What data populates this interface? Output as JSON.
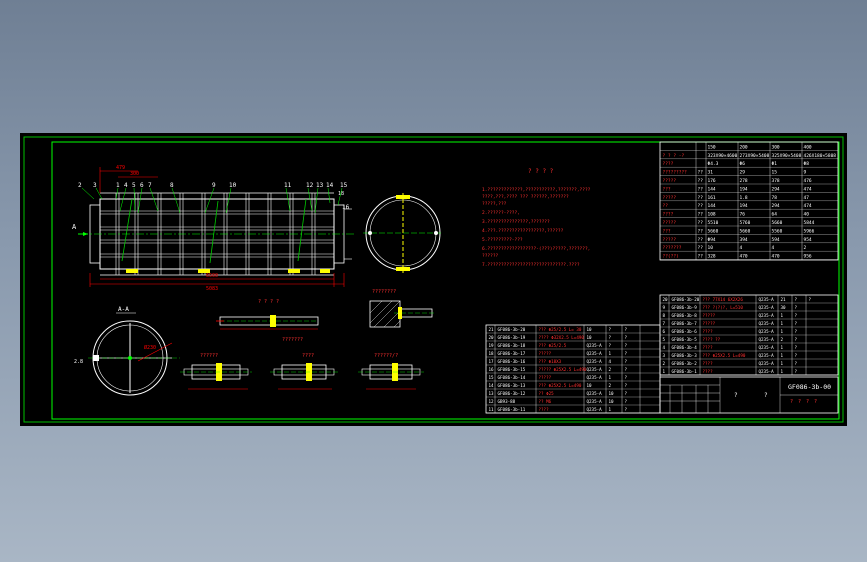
{
  "drawing": {
    "title_block": {
      "drawing_number": "GF086-3b-00"
    },
    "main_view": {
      "section_marker": "A",
      "part_balloons": [
        "2",
        "3",
        "1",
        "4",
        "5",
        "6",
        "7",
        "8",
        "9",
        "10",
        "11",
        "12",
        "13",
        "14",
        "15",
        "16"
      ],
      "dims": {
        "top_a": "479",
        "top_b": "300",
        "bottom_a": "6500",
        "bottom_b": "5083",
        "right": "18"
      }
    },
    "section_view": {
      "label": "A-A",
      "dim": "Ø230",
      "dim_left": "2.8"
    },
    "detail_labels": [
      "? ? ? ?",
      "????????",
      "???????",
      "??????",
      "????",
      "??????/?"
    ],
    "tech_notes": {
      "title": "? ? ? ?",
      "lines": [
        "1.?????????????,???????????,???????,????",
        "  ????,???,???? ??? ??????,???????",
        "  ?????,???",
        "2.??????-????,",
        "3.???????????????,???????",
        "4.???.?????????????????,??????",
        "5.?????????-???",
        "6.??????????????????-(???)?????,???????,",
        "  ??????",
        "7.?????????????????????????????.????"
      ]
    },
    "spec_table": {
      "headers": [
        "",
        "",
        "150",
        "200",
        "300",
        "400"
      ],
      "rows": [
        [
          "? ? ? -?",
          "",
          "323X90×4600",
          "273X90×5408",
          "325X90×5408",
          "426X180×5808"
        ],
        [
          "????",
          "",
          "Φ4.3",
          "Φ6",
          "Φ1",
          "Φ8"
        ],
        [
          "?????????",
          "??",
          "31",
          "29",
          "15",
          "9"
        ],
        [
          "?????",
          "??",
          "176",
          "278",
          "378",
          "476"
        ],
        [
          "???",
          "??",
          "144",
          "194",
          "294",
          "474"
        ],
        [
          "?????",
          "??",
          "161",
          "1.8",
          "78",
          "47"
        ],
        [
          "??",
          "??",
          "144",
          "194",
          "294",
          "474"
        ],
        [
          "????",
          "??",
          "108",
          "76",
          "64",
          "40"
        ],
        [
          "?????",
          "??",
          "5510",
          "5760",
          "5660",
          "5844"
        ],
        [
          "???",
          "??",
          "5660",
          "5660",
          "5560",
          "5966"
        ],
        [
          "?????",
          "??",
          "Φ94",
          "394",
          "594",
          "954"
        ],
        [
          "???????",
          "??",
          "10",
          "4",
          "4",
          "2"
        ],
        [
          "??(??)",
          "??",
          "328",
          "470",
          "470",
          "956"
        ]
      ]
    },
    "bom_right": {
      "rows": [
        [
          "20",
          "GF086-3b-20",
          "??? 77X14 6X2X26",
          "Q235-A",
          "21",
          "?",
          "?"
        ],
        [
          "9",
          "GF086-3b-9",
          "??? ?(?)?, L=510",
          "Q235-A",
          "30",
          "?"
        ],
        [
          "8",
          "GF086-3b-8",
          "?????",
          "Q235-A",
          "1",
          "?"
        ],
        [
          "7",
          "GF086-3b-7",
          "?????",
          "Q235-A",
          "1",
          "?"
        ],
        [
          "6",
          "GF086-3b-6",
          "????",
          "Q235-A",
          "1",
          "?"
        ],
        [
          "5",
          "GF086-3b-5",
          "???? ??",
          "Q235-A",
          "2",
          "?"
        ],
        [
          "4",
          "GF086-3b-4",
          "????",
          "Q235-A",
          "1",
          "?"
        ],
        [
          "3",
          "GF086-3b-3",
          "??? Φ25X2.5 L=490",
          "Q235-A",
          "1",
          "?"
        ],
        [
          "2",
          "GF086-3b-2",
          "????",
          "Q235-A",
          "1",
          "?"
        ],
        [
          "1",
          "GF086-3b-1",
          "????",
          "Q235-A",
          "1",
          "?"
        ]
      ]
    },
    "bom_left": {
      "rows": [
        [
          "21",
          "GF086-3b-20",
          "??? Φ25/2.5 L= 30",
          "10",
          "?",
          "?"
        ],
        [
          "20",
          "GF086-3b-19",
          "???? Φ32X2.5 L=490",
          "10",
          "?",
          "?"
        ],
        [
          "19",
          "GF086-3b-18",
          "??? Φ25/2.5",
          "Q235-A",
          "?",
          "?"
        ],
        [
          "18",
          "GF086-3b-17",
          "?????",
          "Q235-A",
          "1",
          "?"
        ],
        [
          "17",
          "GF086-3b-16",
          "??? Φ18X3",
          "Q235-A",
          "4",
          "?"
        ],
        [
          "16",
          "GF086-3b-15",
          "????? Φ25X2.5 L=490",
          "Q235-A",
          "2",
          "?"
        ],
        [
          "15",
          "GF086-3b-14",
          "?????",
          "Q235-A",
          "1",
          "?"
        ],
        [
          "14",
          "GF086-3b-13",
          "??? Φ25X2.5 L=490",
          "10",
          "2",
          "?"
        ],
        [
          "13",
          "GF086-3b-12",
          "?? Φ25",
          "Q235-A",
          "10",
          "?"
        ],
        [
          "12",
          "GB93-88",
          "?? M6",
          "Q235-A",
          "10",
          "?"
        ],
        [
          "11",
          "GF086-3b-11",
          "????",
          "Q235-A",
          "1",
          "?"
        ]
      ]
    },
    "title_cells": [
      "?",
      "?",
      "?",
      "?",
      "?",
      "?"
    ]
  },
  "colors": {
    "background": "#000000",
    "frame": "#00ff00",
    "linework": "#ffffff",
    "dimension": "#ff0000",
    "accent_green": "#00cc00",
    "yellow": "#ffff00",
    "cyan": "#00ffff"
  }
}
